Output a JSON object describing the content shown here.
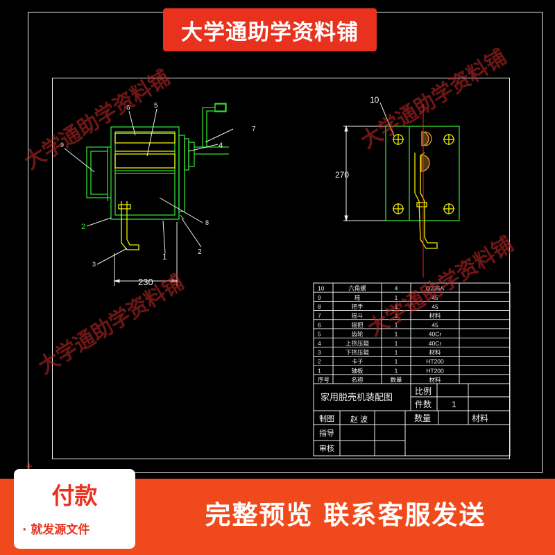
{
  "banner": {
    "title": "大学通助学资料铺"
  },
  "watermark": {
    "text": "大学通助学资料铺"
  },
  "footer": {
    "pay_title": "付款",
    "pay_sub": "· 就发源文件",
    "message": "完整预览  联系客服发送"
  },
  "drawing": {
    "left_view": {
      "callouts": [
        "6",
        "5",
        "7",
        "4",
        "9",
        "2",
        "8",
        "2",
        "1",
        "3"
      ],
      "dimension": "230"
    },
    "right_view": {
      "callout": "10",
      "dimension": "270"
    }
  },
  "bom": {
    "rows": [
      {
        "no": "10",
        "name": "六角螺",
        "qty": "4",
        "material": "Q235A"
      },
      {
        "no": "9",
        "name": "瑶",
        "qty": "1",
        "material": "45"
      },
      {
        "no": "8",
        "name": "把手",
        "qty": "1",
        "material": "45"
      },
      {
        "no": "7",
        "name": "摇斗",
        "qty": "1",
        "material": "材料"
      },
      {
        "no": "6",
        "name": "摇把",
        "qty": "1",
        "material": "45"
      },
      {
        "no": "5",
        "name": "齿轮",
        "qty": "1",
        "material": "40Cr"
      },
      {
        "no": "4",
        "name": "上挤压辊",
        "qty": "1",
        "material": "40Cr"
      },
      {
        "no": "3",
        "name": "下挤压辊",
        "qty": "1",
        "material": "材料"
      },
      {
        "no": "2",
        "name": "卡子",
        "qty": "1",
        "material": "HT200"
      },
      {
        "no": "1",
        "name": "轴板",
        "qty": "1",
        "material": "HT200"
      }
    ],
    "header": {
      "no": "序号",
      "name": "名称",
      "qty": "数量",
      "material": "材料"
    }
  },
  "title_block": {
    "drawing_title": "家用脱壳机装配图",
    "scale_label": "比例",
    "count_label": "件数",
    "count_value": "1",
    "qty_label": "数量",
    "material_label": "材料",
    "drawn_label": "制图",
    "drawn_value": "赵 波",
    "guide_label": "指导",
    "review_label": "审核"
  },
  "colors": {
    "green": "#33dd33",
    "yellow": "#f0f000",
    "red": "#ff2020",
    "orange": "#e8a030",
    "white": "#f0f0f0",
    "accent": "#e8321e"
  }
}
